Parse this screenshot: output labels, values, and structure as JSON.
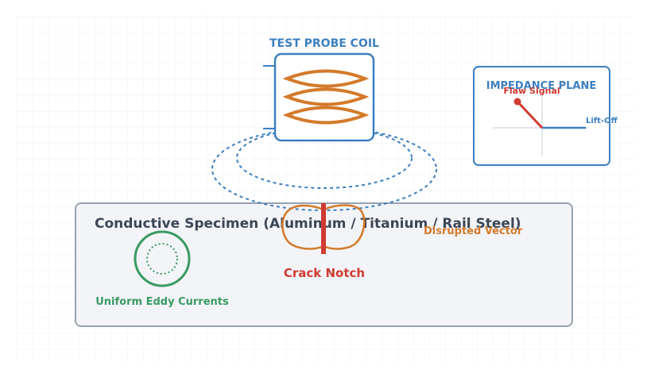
{
  "labels": {
    "probe_title": "TEST PROBE COIL",
    "impedance_title": "IMPEDANCE PLANE",
    "flaw_signal": "Flaw Signal",
    "lift_off": "Lift-Off",
    "specimen_title": "Conductive Specimen (Aluminum / Titanium / Rail Steel)",
    "disrupted_vector": "Disrupted Vector",
    "crack_notch": "Crack Notch",
    "uniform_eddy": "Uniform Eddy Currents"
  },
  "colors": {
    "grid": "#eef1f4",
    "probe_blue": "#3c7fc0",
    "coil_orange": "#d47a2a",
    "specimen_border": "#98a2b3",
    "specimen_fill": "#f3f4f7",
    "specimen_text": "#3b4656",
    "crack_red": "#cf3a32",
    "eddy_green": "#3a9a63",
    "axis_gray": "#c5ccd6"
  }
}
